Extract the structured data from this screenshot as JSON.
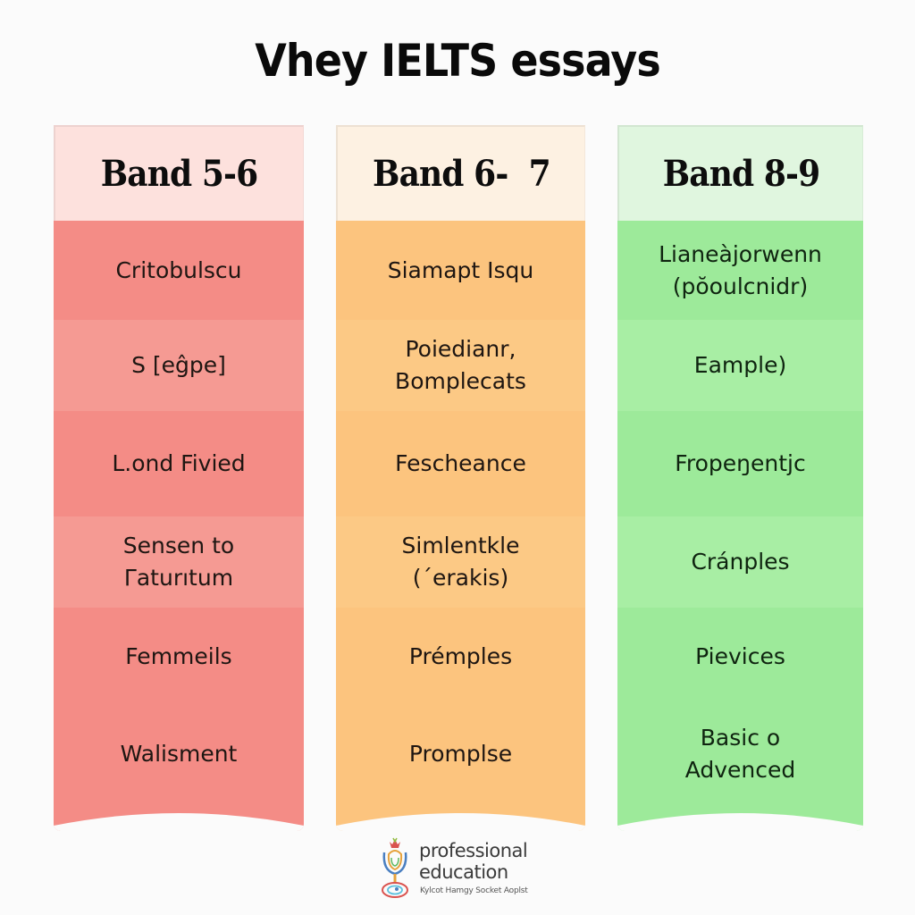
{
  "title": "Vhey IELTS essays",
  "colors": {
    "background": "#fbfbfb",
    "band_5_6": {
      "header": "#fde1dd",
      "body": "#f48c86",
      "body_alt": "#f59a93"
    },
    "band_6_7": {
      "header": "#fdf1e2",
      "body": "#fcc47e",
      "body_alt": "#fcc985"
    },
    "band_8_9": {
      "header": "#e0f6df",
      "body": "#9dea9a",
      "body_alt": "#a8eea4"
    }
  },
  "columns": [
    {
      "header": "Band 5-6",
      "rows": [
        "Critobulscu",
        "S [eĝpe]",
        "L.ond Fivied",
        "Sensen to\nΓaturıtum",
        "Femmeils",
        "Walisment"
      ]
    },
    {
      "header": "Band 6-  7",
      "rows": [
        "Siamapt Isqu",
        "Poiedianr,\nBomplecats",
        "Fescheance",
        "Simlentkle\n(´erakis)",
        "Prémples",
        "Promplse"
      ]
    },
    {
      "header": "Band 8-9",
      "rows": [
        "Lianeàjorwenn\n(pŏoulcnidr)",
        "Eample)",
        "Fropeŋentjc",
        "Cránples",
        "Pievices",
        "Basic o\nAdvenced"
      ]
    }
  ],
  "logo": {
    "icon": "professional-education-logo-icon",
    "name_line1": "professional",
    "name_line2": "education",
    "tagline": "Kylcot Hamgy Socket Aoplst"
  }
}
